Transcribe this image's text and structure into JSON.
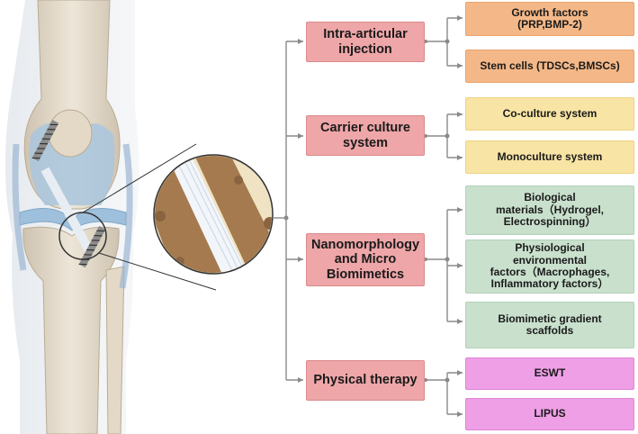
{
  "categories": [
    {
      "label": "Intra-articular\ninjection",
      "items": [
        {
          "label": "Growth factors\n(PRP,BMP-2)",
          "color": "#f4b888"
        },
        {
          "label": "Stem cells (TDSCs,BMSCs)",
          "color": "#f4b888"
        }
      ]
    },
    {
      "label": "Carrier culture\nsystem",
      "items": [
        {
          "label": "Co-culture system",
          "color": "#f8e4a4"
        },
        {
          "label": "Monoculture system",
          "color": "#f8e4a4"
        }
      ]
    },
    {
      "label": "Nanomorphology\nand Micro\nBiomimetics",
      "items": [
        {
          "label": "Biological\nmaterials（Hydrogel,\nElectrospinning）",
          "color": "#c9e0cd"
        },
        {
          "label": "Physiological\nenvironmental\nfactors（Macrophages,\nInflammatory factors）",
          "color": "#c9e0cd"
        },
        {
          "label": "Biomimetic gradient\nscaffolds",
          "color": "#c9e0cd"
        }
      ]
    },
    {
      "label": "Physical therapy",
      "items": [
        {
          "label": "ESWT",
          "color": "#ee9fe6"
        },
        {
          "label": "LIPUS",
          "color": "#ee9fe6"
        }
      ]
    }
  ],
  "colors": {
    "category": "#eea6a8",
    "connector": "#8a8a8a"
  },
  "illustration": "knee-joint-with-ligament-graft-and-zoom-inset"
}
